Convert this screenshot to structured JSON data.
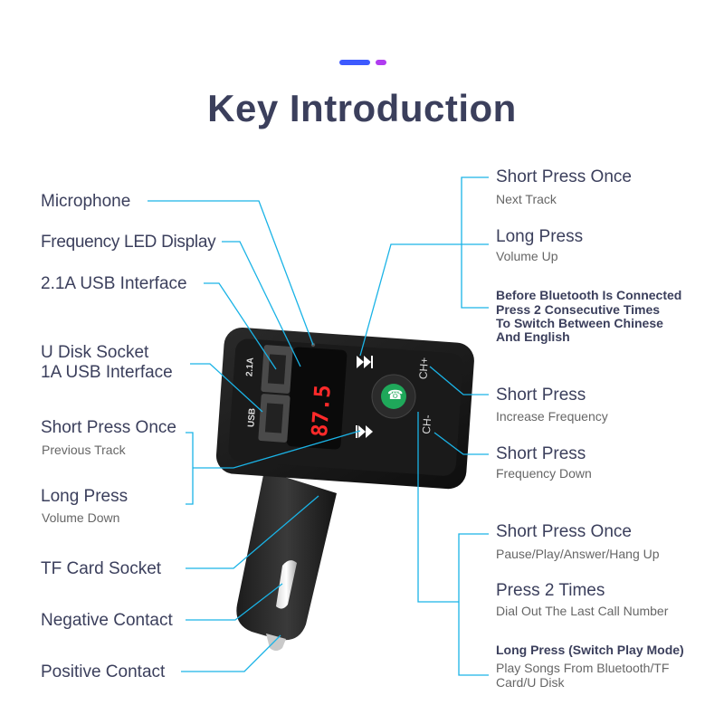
{
  "title": "Key Introduction",
  "colors": {
    "accent": "#1ab3e6",
    "title": "#3b3f5c",
    "deco_blue": "#3d5afe",
    "deco_purple": "#b03cf0"
  },
  "device": {
    "display_text": "87.5",
    "port_top": "2.1A",
    "port_bottom": "USB",
    "ch_plus": "CH+",
    "ch_minus": "CH-",
    "phone_icon": "phone-icon"
  },
  "left": {
    "microphone": "Microphone",
    "led_display": "Frequency LED Display",
    "usb21": "2.1A USB Interface",
    "udisk_1": "U Disk Socket",
    "udisk_2": "1A USB Interface",
    "prev_title": "Short Press Once",
    "prev_sub": "Previous Track",
    "voldown_title": "Long Press",
    "voldown_sub": "Volume Down",
    "tf": "TF Card Socket",
    "negative": "Negative Contact",
    "positive": "Positive Contact"
  },
  "right": {
    "next_title": "Short Press Once",
    "next_sub": "Next Track",
    "volup_title": "Long Press",
    "volup_sub": "Volume Up",
    "lang_1": "Before Bluetooth Is Connected",
    "lang_2": "Press 2 Consecutive Times",
    "lang_3": "To Switch Between Chinese",
    "lang_4": "And English",
    "inc_title": "Short Press",
    "inc_sub": "Increase Frequency",
    "dec_title": "Short Press",
    "dec_sub": "Frequency Down",
    "pause_title": "Short Press Once",
    "pause_sub": "Pause/Play/Answer/Hang Up",
    "redial_title": "Press 2 Times",
    "redial_sub": "Dial Out The Last Call Number",
    "mode_title": "Long Press (Switch Play Mode)",
    "mode_sub_1": "Play Songs From Bluetooth/TF",
    "mode_sub_2": "Card/U Disk"
  }
}
